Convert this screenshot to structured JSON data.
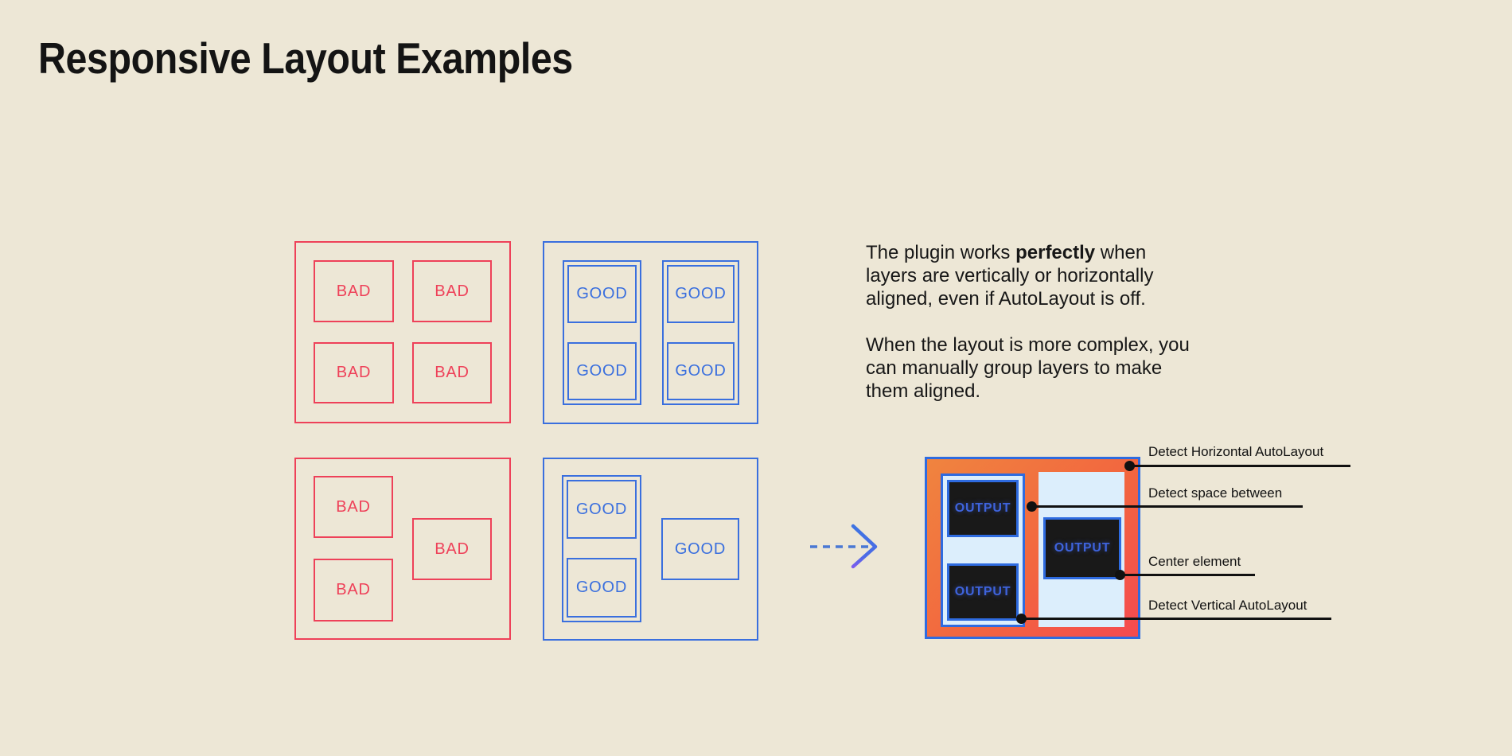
{
  "title": "Responsive Layout Examples",
  "labels": {
    "bad": "BAD",
    "good": "GOOD",
    "output": "OUTPUT"
  },
  "description": {
    "p1_before": "The plugin works ",
    "p1_bold": "perfectly",
    "p1_after": " when\nlayers are vertically or horizontally\naligned, even if AutoLayout is off.",
    "p2": "When the layout is more complex, you\ncan manually group layers to make\nthem aligned."
  },
  "annotations": [
    {
      "label": "Detect Horizontal AutoLayout"
    },
    {
      "label": "Detect space between"
    },
    {
      "label": "Center element"
    },
    {
      "label": "Detect Vertical AutoLayout"
    }
  ],
  "colors": {
    "background": "#EDE7D6",
    "bad_red": "#EE4159",
    "good_blue": "#3A6FDE",
    "output_border_blue": "#2E6BE0",
    "output_text_blue": "#3E63DC",
    "light_blue_fill": "#DCEEFC",
    "dark_fill": "#191919",
    "gradient_orange": "#F0843F",
    "gradient_red": "#F54A50",
    "annotation_black": "#111111"
  }
}
